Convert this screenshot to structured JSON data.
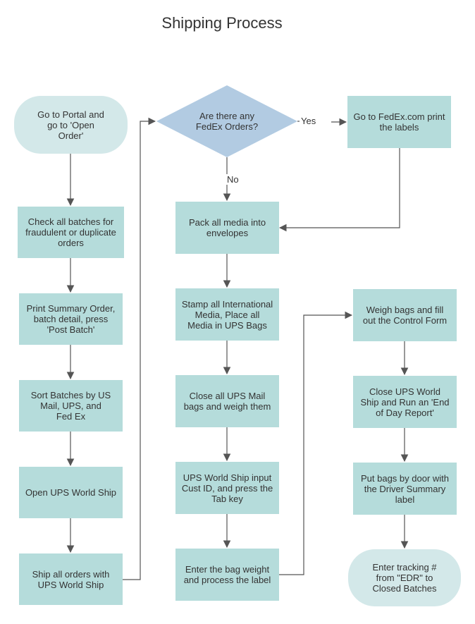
{
  "title": "Shipping Process",
  "colors": {
    "box": "#b5dcdb",
    "terminal": "#d3e8e9",
    "decision": "#b2cbe2",
    "line": "#555555"
  },
  "nodes": {
    "go_portal": "Go to Portal and\ngo to 'Open\nOrder'",
    "check_batches": "Check all batches for\nfraudulent or duplicate\norders",
    "print_summary": "Print Summary Order,\nbatch detail, press\n'Post Batch'",
    "sort_batches": "Sort Batches by US\nMail, UPS, and\nFed Ex",
    "open_ups": "Open UPS World Ship",
    "ship_orders": "Ship all orders with\nUPS  World Ship",
    "fedex_question": "Are there any\nFedEx Orders?",
    "fedex_print": "Go to FedEx.com print\nthe labels",
    "pack_media": "Pack all media into\nenvelopes",
    "stamp_media": "Stamp all International\nMedia, Place all\nMedia in UPS Bags",
    "close_bags": "Close all UPS Mail\nbags and weigh them",
    "input_cust": "UPS World Ship input\nCust ID, and press the\nTab key",
    "enter_weight": "Enter the bag weight\nand process the label",
    "weigh_bags": "Weigh bags and fill\nout the Control Form",
    "close_ups": "Close UPS World\nShip and Run an 'End\nof Day Report'",
    "put_bags": "Put bags by door with\nthe Driver Summary\nlabel",
    "enter_tracking": "Enter tracking #\nfrom \"EDR\" to\nClosed Batches"
  },
  "edge_labels": {
    "yes": "Yes",
    "no": "No"
  }
}
